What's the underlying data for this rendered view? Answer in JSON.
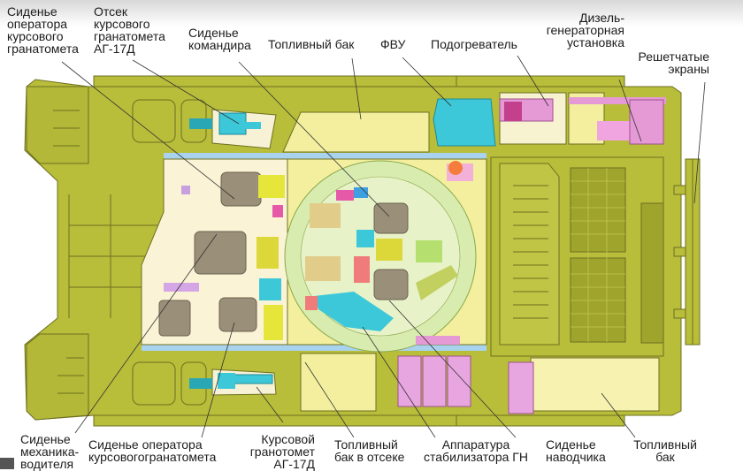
{
  "diagram": {
    "subject": "Top-down cutaway layout of armored vehicle hull (compartment arrangement)",
    "colors": {
      "hull": "#b8bd3a",
      "hull_dark": "#a3a82f",
      "outline": "#6e7020",
      "fuel_tank": "#f3ef9e",
      "crew_area": "#fbf3d6",
      "turret_ring": "#d9ecb0",
      "seat": "#9a8f78",
      "cyan_equipment": "#3cc8d8",
      "pink_equipment": "#e59ad6",
      "light_blue_strip": "#a9d2ef",
      "leader_line": "#333333"
    },
    "labels_top": [
      {
        "id": "seat-grenade-operator-top",
        "text": "Сиденье\nоператора\nкурсового\nгранатомета"
      },
      {
        "id": "grenade-launcher-compartment",
        "text": "Отсек\nкурсового\nгранатомета\nАГ-17Д"
      },
      {
        "id": "commander-seat",
        "text": "Сиденье\nкомандира"
      },
      {
        "id": "fuel-tank-top",
        "text": "Топливный бак"
      },
      {
        "id": "fvu",
        "text": "ФВУ"
      },
      {
        "id": "heater",
        "text": "Подогреватель"
      },
      {
        "id": "diesel-generator",
        "text": "Дизель-\nгенераторная\nустановка"
      },
      {
        "id": "slat-armor",
        "text": "Решетчатые\nэкраны"
      }
    ],
    "labels_bottom": [
      {
        "id": "driver-seat",
        "text": "Сиденье\nмеханика-\nводителя"
      },
      {
        "id": "seat-grenade-operator-bottom",
        "text": "Сиденье оператора\nкурсовогогранатомета"
      },
      {
        "id": "grenade-launcher-bottom",
        "text": "Курсовой\nгранотомет\nАГ-17Д"
      },
      {
        "id": "fuel-tank-compartment",
        "text": "Топливный\nбак в отсеке"
      },
      {
        "id": "stabilizer-equipment",
        "text": "Аппаратура\nстабилизатора ГН"
      },
      {
        "id": "gunner-seat",
        "text": "Сиденье\nнаводчика"
      },
      {
        "id": "fuel-tank-bottom",
        "text": "Топливный\nбак"
      }
    ]
  }
}
